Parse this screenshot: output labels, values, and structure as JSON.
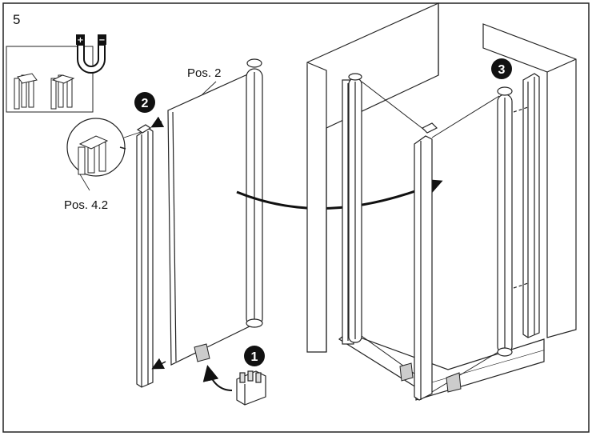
{
  "step_number": "5",
  "labels": {
    "pos_2": "Pos. 2",
    "pos_4_2": "Pos. 4.2"
  },
  "callouts": {
    "one": "1",
    "two": "2",
    "three": "3"
  },
  "magnet": {
    "plus": "+",
    "minus": "−"
  }
}
